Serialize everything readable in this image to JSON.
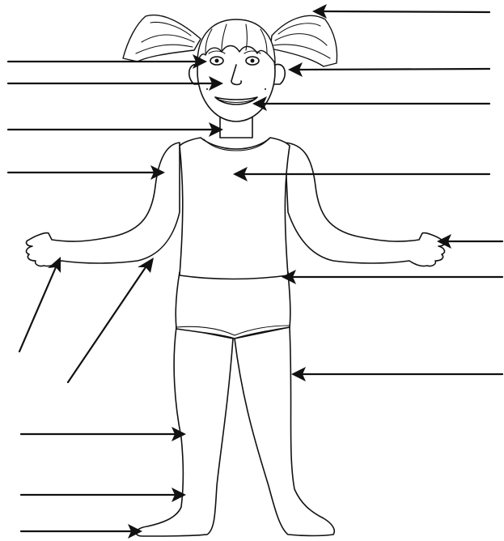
{
  "figure": {
    "subject": "body-parts-labeling-worksheet",
    "line_color": "#111111",
    "background": "#ffffff"
  },
  "arrows": [
    {
      "id": "arrow-hair",
      "side": "right"
    },
    {
      "id": "arrow-ear",
      "side": "right"
    },
    {
      "id": "arrow-mouth",
      "side": "right"
    },
    {
      "id": "arrow-chest",
      "side": "right"
    },
    {
      "id": "arrow-hand",
      "side": "right"
    },
    {
      "id": "arrow-waist",
      "side": "right"
    },
    {
      "id": "arrow-knee",
      "side": "right"
    },
    {
      "id": "arrow-eye",
      "side": "left"
    },
    {
      "id": "arrow-nose",
      "side": "left"
    },
    {
      "id": "arrow-neck",
      "side": "left"
    },
    {
      "id": "arrow-shoulder",
      "side": "left"
    },
    {
      "id": "arrow-finger",
      "side": "left"
    },
    {
      "id": "arrow-elbow",
      "side": "left"
    },
    {
      "id": "arrow-leg",
      "side": "left"
    },
    {
      "id": "arrow-ankle",
      "side": "left"
    },
    {
      "id": "arrow-foot",
      "side": "left"
    }
  ]
}
